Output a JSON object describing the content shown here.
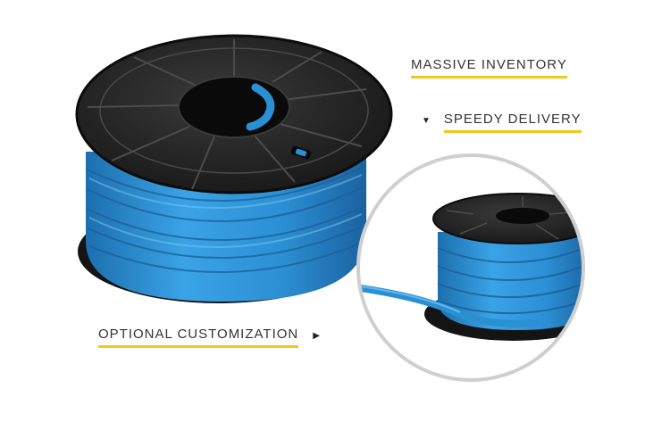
{
  "features": {
    "inventory": "MASSIVE  INVENTORY",
    "delivery": "SPEEDY DELIVERY",
    "customization": "OPTIONAL  CUSTOMIZATION"
  },
  "icons": {
    "down_arrow": "▼",
    "right_arrow": "▶"
  },
  "colors": {
    "underline": "#f0c91b",
    "tube_blue": "#2a90d4",
    "spool_black": "#1c1c1c",
    "zoom_ring": "#cfcfcf"
  }
}
